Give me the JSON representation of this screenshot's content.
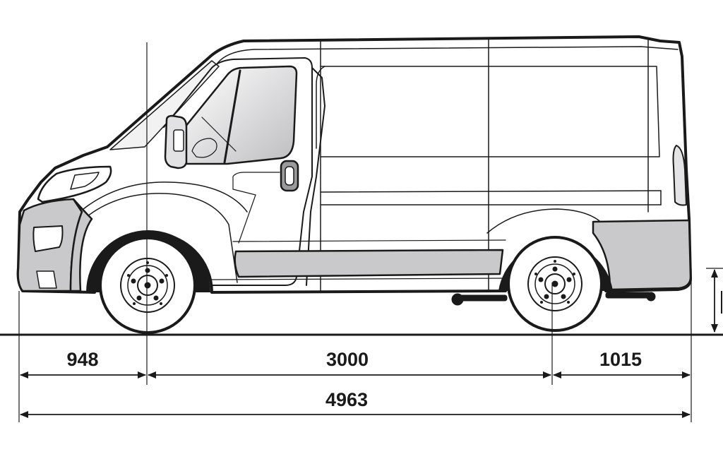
{
  "dimensions": {
    "front_overhang": "948",
    "wheelbase": "3000",
    "rear_overhang": "1015",
    "overall_length": "4963"
  },
  "colors": {
    "line": "#1a1a1a",
    "panel_fill": "#c9c9cb",
    "glass_fill": "#e4e4e6",
    "background": "#ffffff"
  }
}
